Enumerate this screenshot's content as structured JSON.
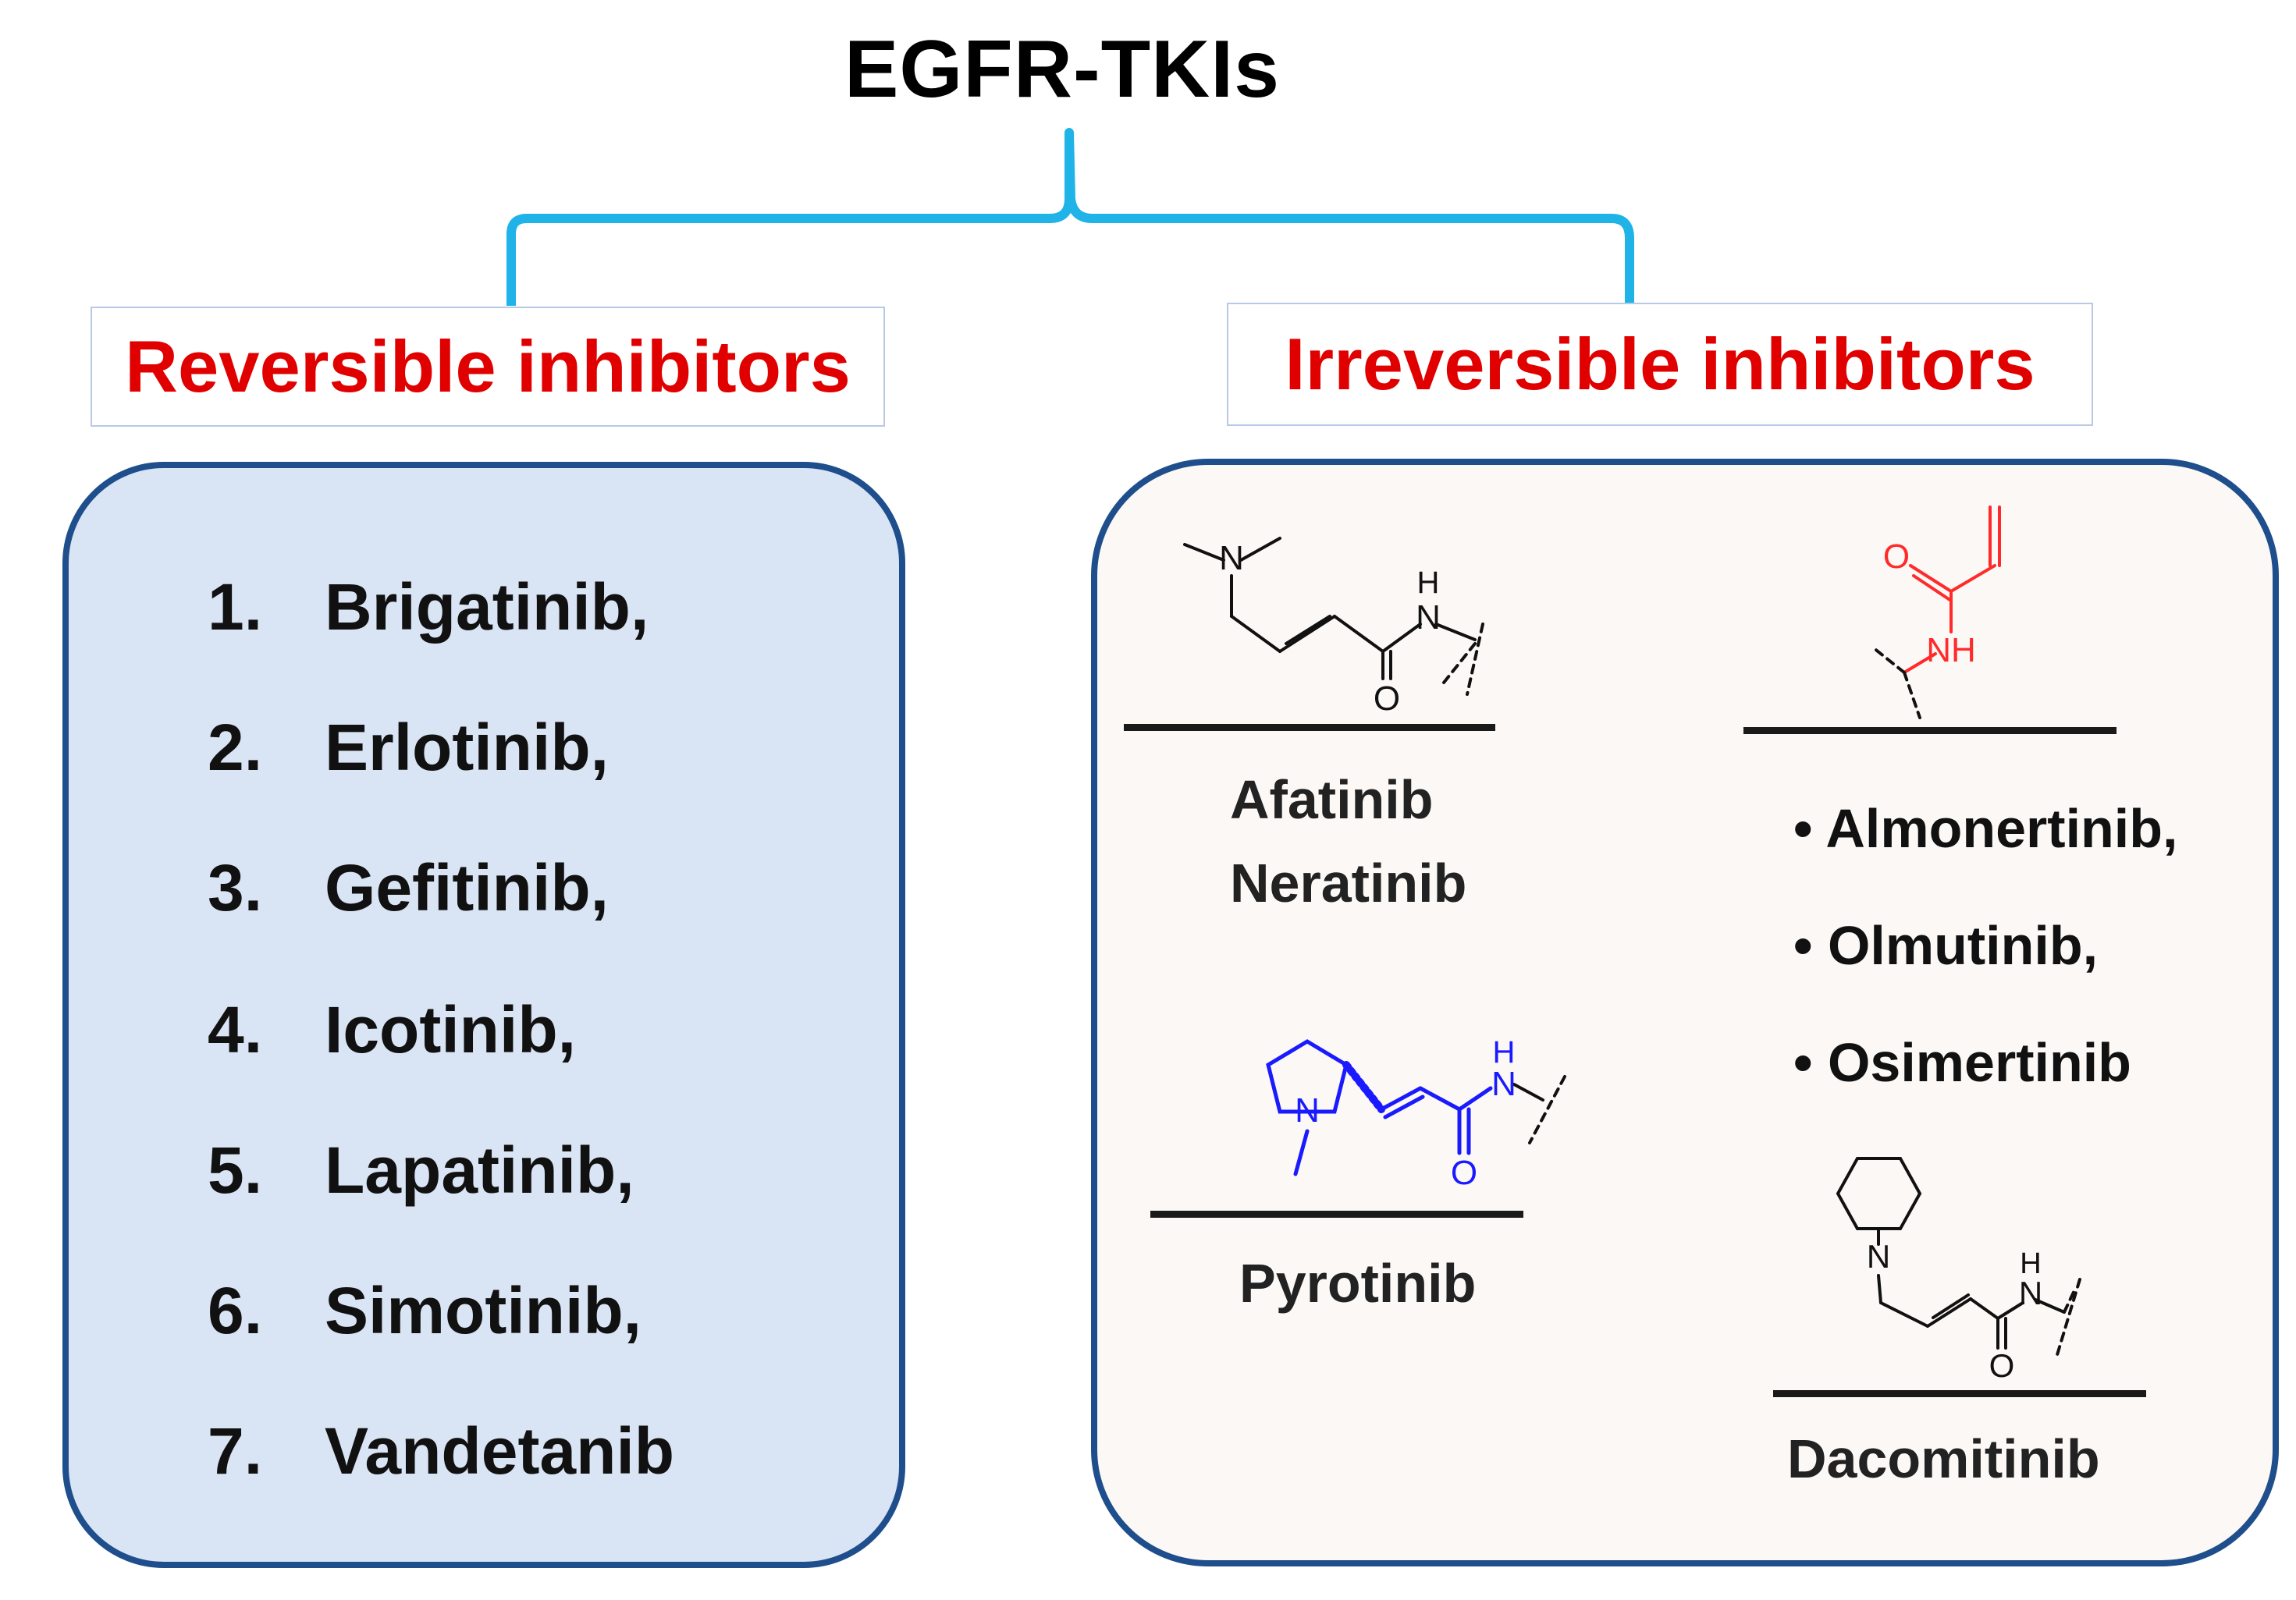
{
  "title": "EGFR-TKIs",
  "colors": {
    "brace": "#1fb3e8",
    "category_text": "#e00000",
    "panel_border": "#1f4e8c",
    "left_fill": "#d9e4f4",
    "right_fill": "#fcf8f5",
    "blue_structure": "#1a1aff",
    "red_structure": "#ff2a2a"
  },
  "categories": {
    "reversible": "Reversible inhibitors",
    "irreversible": "Irreversible inhibitors"
  },
  "reversible_list": [
    {
      "num": "1.",
      "name": "Brigatinib,"
    },
    {
      "num": "2.",
      "name": "Erlotinib,"
    },
    {
      "num": "3.",
      "name": "Gefitinib,"
    },
    {
      "num": "4.",
      "name": "Icotinib,"
    },
    {
      "num": "5.",
      "name": "Lapatinib,"
    },
    {
      "num": "6.",
      "name": "Simotinib,"
    },
    {
      "num": "7.",
      "name": "Vandetanib"
    }
  ],
  "irreversible": {
    "group1": [
      "Afatinib",
      "Neratinib"
    ],
    "group2": [
      "Pyrotinib"
    ],
    "group3": [
      "• Almonertinib,",
      "• Olmutinib,",
      "• Osimertinib"
    ],
    "group4": [
      "Dacomitinib"
    ]
  },
  "atoms": {
    "N": "N",
    "H": "H",
    "O": "O",
    "NH": "NH"
  }
}
